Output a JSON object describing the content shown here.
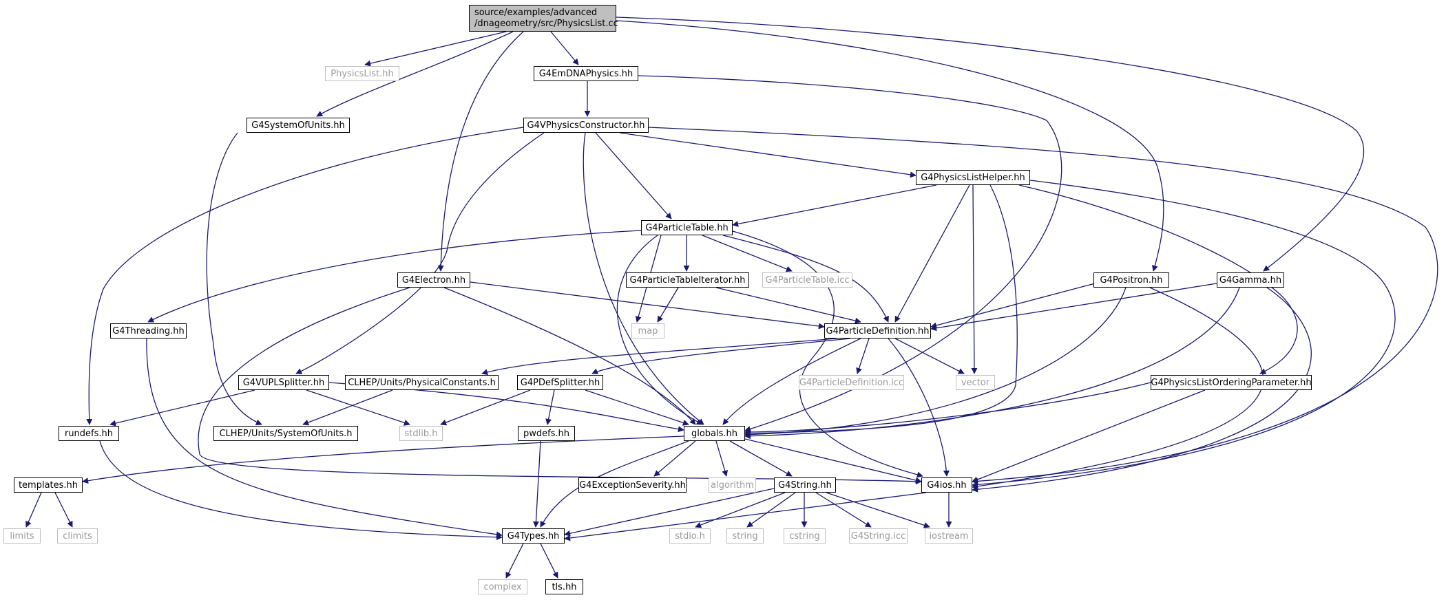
{
  "nodes": {
    "root": [
      "source/examples/advanced",
      "/dnageometry/src/PhysicsList.cc"
    ],
    "physicslist": "PhysicsList.hh",
    "emdna": "G4EmDNAPhysics.hh",
    "sysunits": "G4SystemOfUnits.hh",
    "vphys": "G4VPhysicsConstructor.hh",
    "helper": "G4PhysicsListHelper.hh",
    "ptable": "G4ParticleTable.hh",
    "electron": "G4Electron.hh",
    "ptiter": "G4ParticleTableIterator.hh",
    "ptableicc": "G4ParticleTable.icc",
    "positron": "G4Positron.hh",
    "gamma": "G4Gamma.hh",
    "threading": "G4Threading.hh",
    "map": "map",
    "pdef": "G4ParticleDefinition.hh",
    "vupl": "G4VUPLSplitter.hh",
    "physconst": "CLHEP/Units/PhysicalConstants.h",
    "pdefsplit": "G4PDefSplitter.hh",
    "pdeficc": "G4ParticleDefinition.icc",
    "vector": "vector",
    "ordering": "G4PhysicsListOrderingParameter.hh",
    "rundefs": "rundefs.hh",
    "clhepsys": "CLHEP/Units/SystemOfUnits.h",
    "stdlib": "stdlib.h",
    "pwdefs": "pwdefs.hh",
    "globals": "globals.hh",
    "templates": "templates.hh",
    "excsev": "G4ExceptionSeverity.hh",
    "algorithm": "algorithm",
    "g4string": "G4String.hh",
    "g4ios": "G4ios.hh",
    "limits": "limits",
    "climits": "climits",
    "g4types": "G4Types.hh",
    "stdio": "stdio.h",
    "string": "string",
    "cstring": "cstring",
    "stringicc": "G4String.icc",
    "iostream": "iostream",
    "complex": "complex",
    "tls": "tls.hh"
  },
  "colors": {
    "edge": "#191970",
    "border": "#000000",
    "external_border": "#bfbfbf",
    "root_fill": "#bfbfbf"
  }
}
